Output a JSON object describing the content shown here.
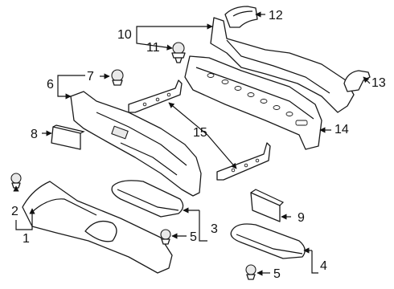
{
  "callouts": {
    "c1": "1",
    "c2": "2",
    "c3": "3",
    "c4": "4",
    "c5a": "5",
    "c5b": "5",
    "c6": "6",
    "c7": "7",
    "c8": "8",
    "c9": "9",
    "c10": "10",
    "c11": "11",
    "c12": "12",
    "c13": "13",
    "c14": "14",
    "c15": "15"
  },
  "colors": {
    "line": "#1a1a1a",
    "background": "#ffffff",
    "shade": "#e9e9e9"
  }
}
